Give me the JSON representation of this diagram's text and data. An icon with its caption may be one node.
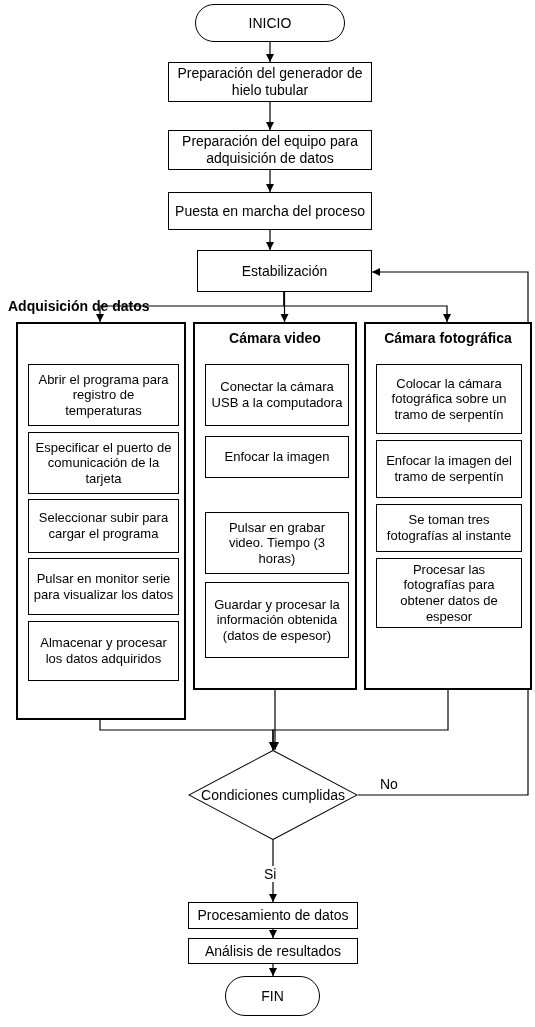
{
  "diagram": {
    "nodes": [
      {
        "text": [
          "INICIO"
        ]
      },
      {
        "text": [
          "Preparación del generador de hielo tubular"
        ]
      },
      {
        "text": [
          "Preparación del equipo para adquisición de datos"
        ]
      },
      {
        "text": [
          "Puesta en marcha del proceso"
        ]
      },
      {
        "text": [
          "Estabilización"
        ]
      },
      {
        "text": [],
        "shape": "box"
      },
      {
        "text": [
          "Abrir el programa para registro de temperaturas"
        ],
        "in": 5
      },
      {
        "text": [
          "Especificar el puerto de comunicación de la tarjeta"
        ],
        "in": 5
      },
      {
        "text": [
          "Seleccionar subir para cargar el programa"
        ],
        "in": 5
      },
      {
        "text": [
          "Pulsar en monitor serie para visualizar los datos"
        ],
        "in": 5
      },
      {
        "text": [
          "Almacenar y procesar los datos adquiridos"
        ],
        "in": 5
      },
      {
        "text": [
          "Cámara video"
        ]
      },
      {
        "text": [
          "Conectar la cámara USB a la computadora"
        ],
        "in": 11
      },
      {
        "text": [
          "Enfocar la imagen"
        ],
        "in": 11
      },
      {
        "text": [
          "Pulsar en grabar video. Tiempo (3 horas)"
        ],
        "in": 11
      },
      {
        "text": [
          "Guardar y procesar la información obtenida (datos de espesor)"
        ],
        "in": 11
      },
      {
        "text": [
          "Cámara fotográfica"
        ]
      },
      {
        "text": [
          "Colocar la cámara fotográfica sobre un tramo de serpentín"
        ],
        "in": 16
      },
      {
        "text": [
          "Enfocar la imagen del tramo de serpentín"
        ],
        "in": 16
      },
      {
        "text": [
          "Se toman tres fotografías al instante"
        ],
        "in": 16
      },
      {
        "text": [
          "Procesar las fotografías para obtener datos de espesor"
        ],
        "in": 16
      },
      {
        "text": [
          "Condiciones cumplidas"
        ]
      },
      {
        "text": [
          "Procesamiento de datos"
        ]
      },
      {
        "text": [
          "Análisis de resultados"
        ]
      },
      {
        "text": [
          "FIN"
        ]
      }
    ],
    "edges": [
      {
        "from": 0,
        "to": 1,
        "arrow": "to"
      },
      {
        "from": 1,
        "to": 2,
        "arrow": "to"
      },
      {
        "from": 2,
        "to": 3,
        "arrow": "to"
      },
      {
        "from": 3,
        "to": 4,
        "arrow": "to"
      },
      {
        "from": 4,
        "to": 5,
        "arrow": "to"
      },
      {
        "from": 4,
        "to": 11,
        "arrow": "to"
      },
      {
        "from": 4,
        "to": 16,
        "arrow": "to"
      },
      {
        "from": 5,
        "to": 21,
        "arrow": "to"
      },
      {
        "from": 11,
        "to": 21,
        "arrow": "to"
      },
      {
        "from": 16,
        "to": 21,
        "arrow": "to"
      },
      {
        "from": 21,
        "to": 4,
        "label": "No",
        "arrow": "to"
      },
      {
        "from": 21,
        "to": 22,
        "label": "Si",
        "arrow": "to"
      },
      {
        "from": 22,
        "to": 23,
        "arrow": "to"
      },
      {
        "from": 23,
        "to": 24,
        "arrow": "to"
      }
    ],
    "labels": [
      "Adquisición de datos"
    ]
  }
}
